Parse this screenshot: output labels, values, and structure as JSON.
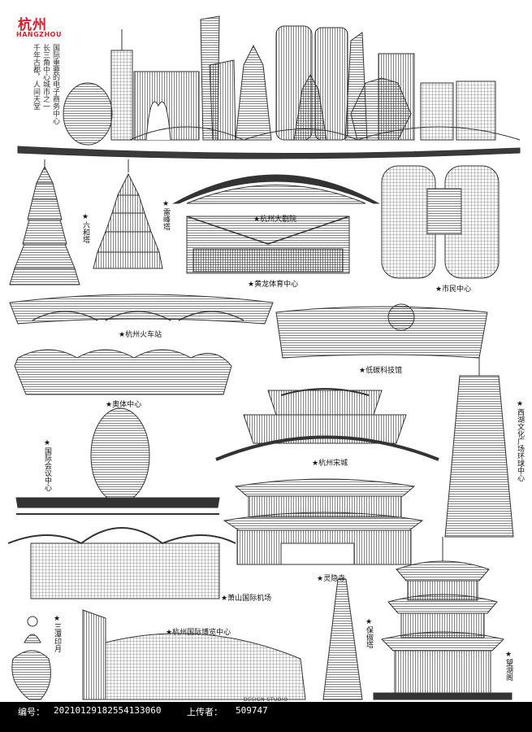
{
  "header": {
    "title_cn": "杭州",
    "title_en": "HANGZHOU",
    "slogans": [
      "国际重要的电子商务中心",
      "长三角中心城市之一",
      "千年古都，人间天堂"
    ]
  },
  "landmarks": {
    "liuhe": "★六和塔",
    "leifeng": "★雷峰塔",
    "theater": "★杭州大剧院",
    "huanglong": "★黄龙体育中心",
    "civic": "★市民中心",
    "station": "★杭州火车站",
    "lowcarbon": "★低碳科技馆",
    "olympic": "★奥体中心",
    "conference": "★国际会议中心",
    "songcheng": "★杭州宋城",
    "westlake": "★西湖文化广场环球中心",
    "lingyin": "★灵隐寺",
    "airport": "★萧山国际机场",
    "santan": "★三潭印月",
    "expo": "★杭州国际博览中心",
    "baochu": "★保俶塔",
    "wanghu": "★望湖阁"
  },
  "footer": {
    "id_label": "编号：",
    "id_value": "20210129182554133060",
    "uploader_label": "上传者：",
    "uploader_value": "509747"
  },
  "studio": "DESIGN STUDIO"
}
